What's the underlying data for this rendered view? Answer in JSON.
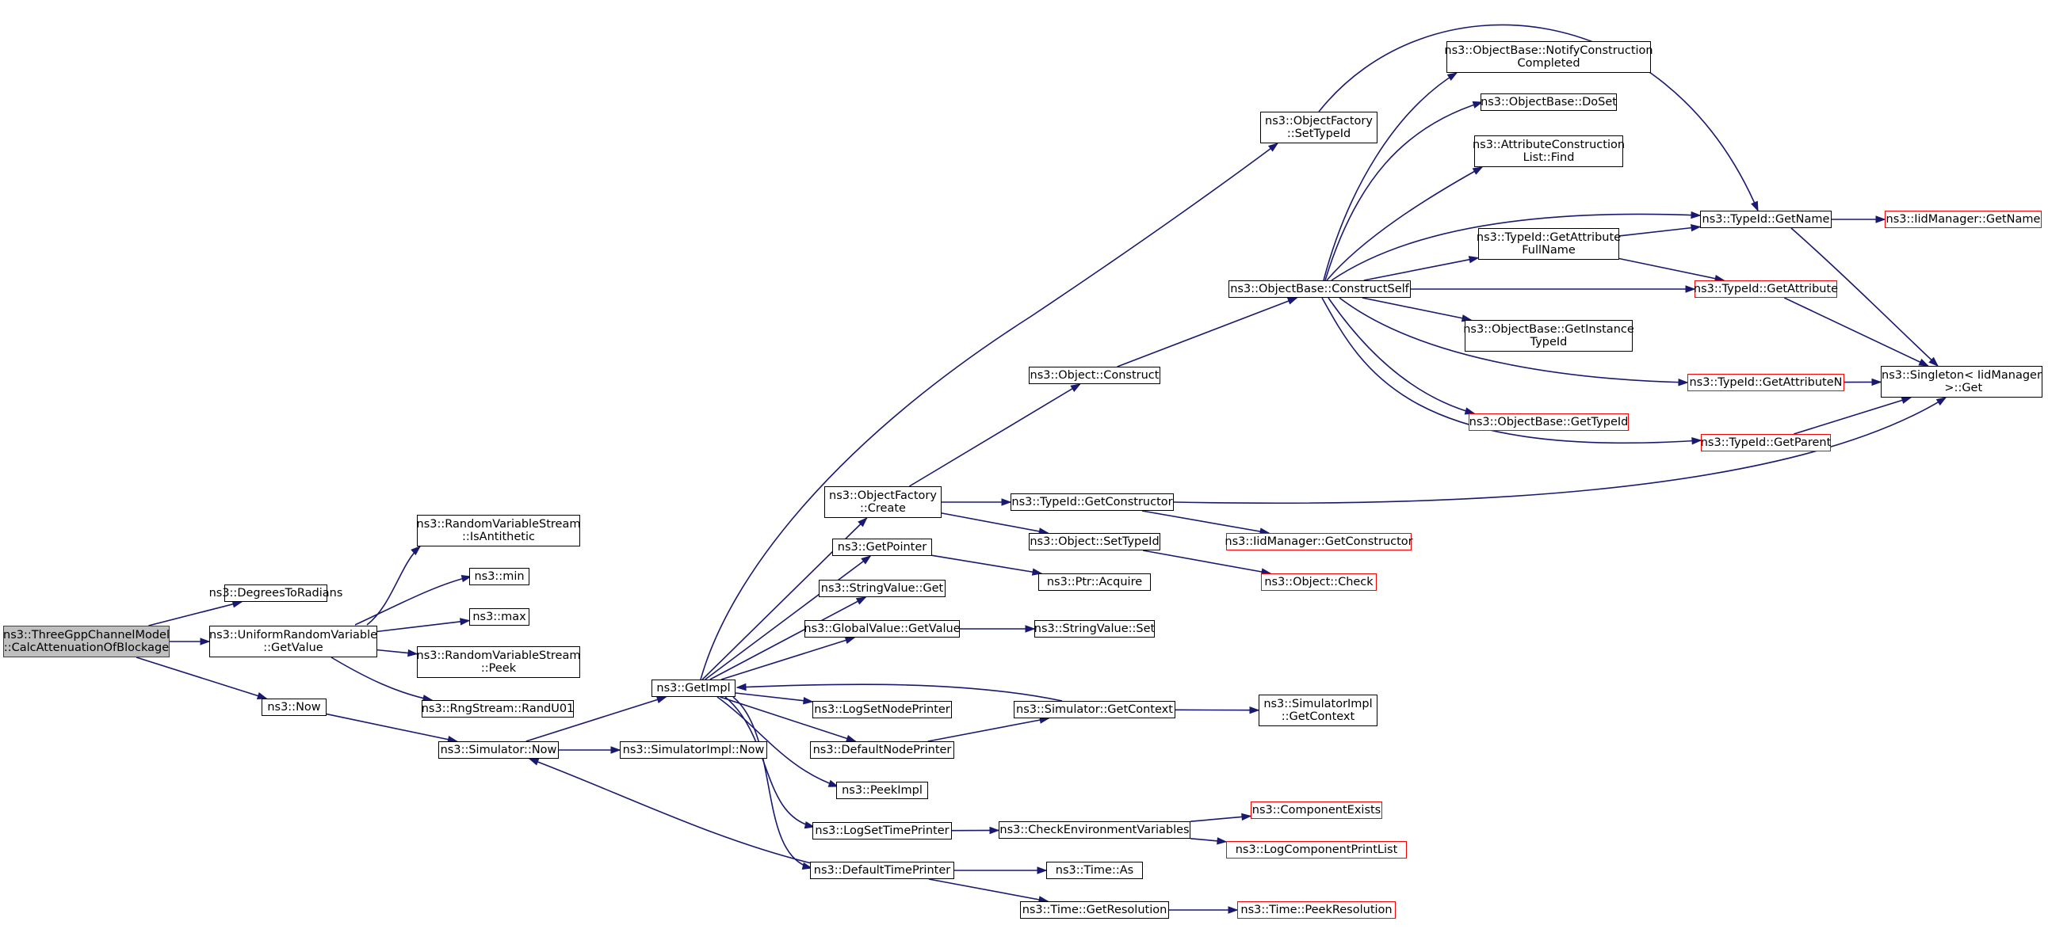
{
  "graph": {
    "edge_color": "#191970",
    "node_border_color": "#000000",
    "incomplete_border_color": "#ff0000",
    "root_fill_color": "#bfbfbf",
    "nodes": [
      {
        "id": "root",
        "label": "ns3::ThreeGppChannelModel\n::CalcAttenuationOfBlockage",
        "style": "root"
      },
      {
        "id": "degToRad",
        "label": "ns3::DegreesToRadians",
        "style": "normal"
      },
      {
        "id": "uniformGetValue",
        "label": "ns3::UniformRandomVariable\n::GetValue",
        "style": "normal"
      },
      {
        "id": "now",
        "label": "ns3::Now",
        "style": "normal"
      },
      {
        "id": "isAntithetic",
        "label": "ns3::RandomVariableStream\n::IsAntithetic",
        "style": "normal"
      },
      {
        "id": "min",
        "label": "ns3::min",
        "style": "normal"
      },
      {
        "id": "max",
        "label": "ns3::max",
        "style": "normal"
      },
      {
        "id": "rvsPeek",
        "label": "ns3::RandomVariableStream\n::Peek",
        "style": "normal"
      },
      {
        "id": "randU01",
        "label": "ns3::RngStream::RandU01",
        "style": "normal"
      },
      {
        "id": "simNow",
        "label": "ns3::Simulator::Now",
        "style": "normal"
      },
      {
        "id": "getImpl",
        "label": "ns3::GetImpl",
        "style": "normal"
      },
      {
        "id": "simImplNow",
        "label": "ns3::SimulatorImpl::Now",
        "style": "normal"
      },
      {
        "id": "ofSetTypeId",
        "label": "ns3::ObjectFactory\n::SetTypeId",
        "style": "normal"
      },
      {
        "id": "ofCreate",
        "label": "ns3::ObjectFactory\n::Create",
        "style": "normal"
      },
      {
        "id": "getPointer",
        "label": "ns3::GetPointer",
        "style": "normal"
      },
      {
        "id": "strValGet",
        "label": "ns3::StringValue::Get",
        "style": "normal"
      },
      {
        "id": "gvGetValue",
        "label": "ns3::GlobalValue::GetValue",
        "style": "normal"
      },
      {
        "id": "logSetNode",
        "label": "ns3::LogSetNodePrinter",
        "style": "normal"
      },
      {
        "id": "defNode",
        "label": "ns3::DefaultNodePrinter",
        "style": "normal"
      },
      {
        "id": "peekImpl",
        "label": "ns3::PeekImpl",
        "style": "normal"
      },
      {
        "id": "logSetTime",
        "label": "ns3::LogSetTimePrinter",
        "style": "normal"
      },
      {
        "id": "defTime",
        "label": "ns3::DefaultTimePrinter",
        "style": "normal"
      },
      {
        "id": "objConstruct",
        "label": "ns3::Object::Construct",
        "style": "normal"
      },
      {
        "id": "tidGetCtor",
        "label": "ns3::TypeId::GetConstructor",
        "style": "normal"
      },
      {
        "id": "objSetTypeId",
        "label": "ns3::Object::SetTypeId",
        "style": "normal"
      },
      {
        "id": "ptrAcquire",
        "label": "ns3::Ptr::Acquire",
        "style": "normal"
      },
      {
        "id": "strValSet",
        "label": "ns3::StringValue::Set",
        "style": "normal"
      },
      {
        "id": "simGetContext",
        "label": "ns3::Simulator::GetContext",
        "style": "normal"
      },
      {
        "id": "checkEnv",
        "label": "ns3::CheckEnvironmentVariables",
        "style": "normal"
      },
      {
        "id": "timeAs",
        "label": "ns3::Time::As",
        "style": "normal"
      },
      {
        "id": "timeGetRes",
        "label": "ns3::Time::GetResolution",
        "style": "normal"
      },
      {
        "id": "constructSelf",
        "label": "ns3::ObjectBase::ConstructSelf",
        "style": "normal"
      },
      {
        "id": "iidGetCtor",
        "label": "ns3::IidManager::GetConstructor",
        "style": "red"
      },
      {
        "id": "objCheck",
        "label": "ns3::Object::Check",
        "style": "red"
      },
      {
        "id": "simImplGetCtx",
        "label": "ns3::SimulatorImpl\n::GetContext",
        "style": "normal"
      },
      {
        "id": "compExists",
        "label": "ns3::ComponentExists",
        "style": "red"
      },
      {
        "id": "logCompPrint",
        "label": "ns3::LogComponentPrintList",
        "style": "red"
      },
      {
        "id": "peekRes",
        "label": "ns3::Time::PeekResolution",
        "style": "red"
      },
      {
        "id": "notifyConstr",
        "label": "ns3::ObjectBase::NotifyConstruction\nCompleted",
        "style": "normal"
      },
      {
        "id": "doSet",
        "label": "ns3::ObjectBase::DoSet",
        "style": "normal"
      },
      {
        "id": "aclFind",
        "label": "ns3::AttributeConstruction\nList::Find",
        "style": "normal"
      },
      {
        "id": "getAttrFullName",
        "label": "ns3::TypeId::GetAttribute\nFullName",
        "style": "normal"
      },
      {
        "id": "getInstTypeId",
        "label": "ns3::ObjectBase::GetInstance\nTypeId",
        "style": "normal"
      },
      {
        "id": "obGetTypeId",
        "label": "ns3::ObjectBase::GetTypeId",
        "style": "red"
      },
      {
        "id": "tidGetName",
        "label": "ns3::TypeId::GetName",
        "style": "normal"
      },
      {
        "id": "tidGetAttr",
        "label": "ns3::TypeId::GetAttribute",
        "style": "red"
      },
      {
        "id": "tidGetAttrN",
        "label": "ns3::TypeId::GetAttributeN",
        "style": "red"
      },
      {
        "id": "tidGetParent",
        "label": "ns3::TypeId::GetParent",
        "style": "red"
      },
      {
        "id": "iidGetName",
        "label": "ns3::IidManager::GetName",
        "style": "red"
      },
      {
        "id": "singletonGet",
        "label": "ns3::Singleton< IidManager\n >::Get",
        "style": "normal"
      }
    ]
  }
}
